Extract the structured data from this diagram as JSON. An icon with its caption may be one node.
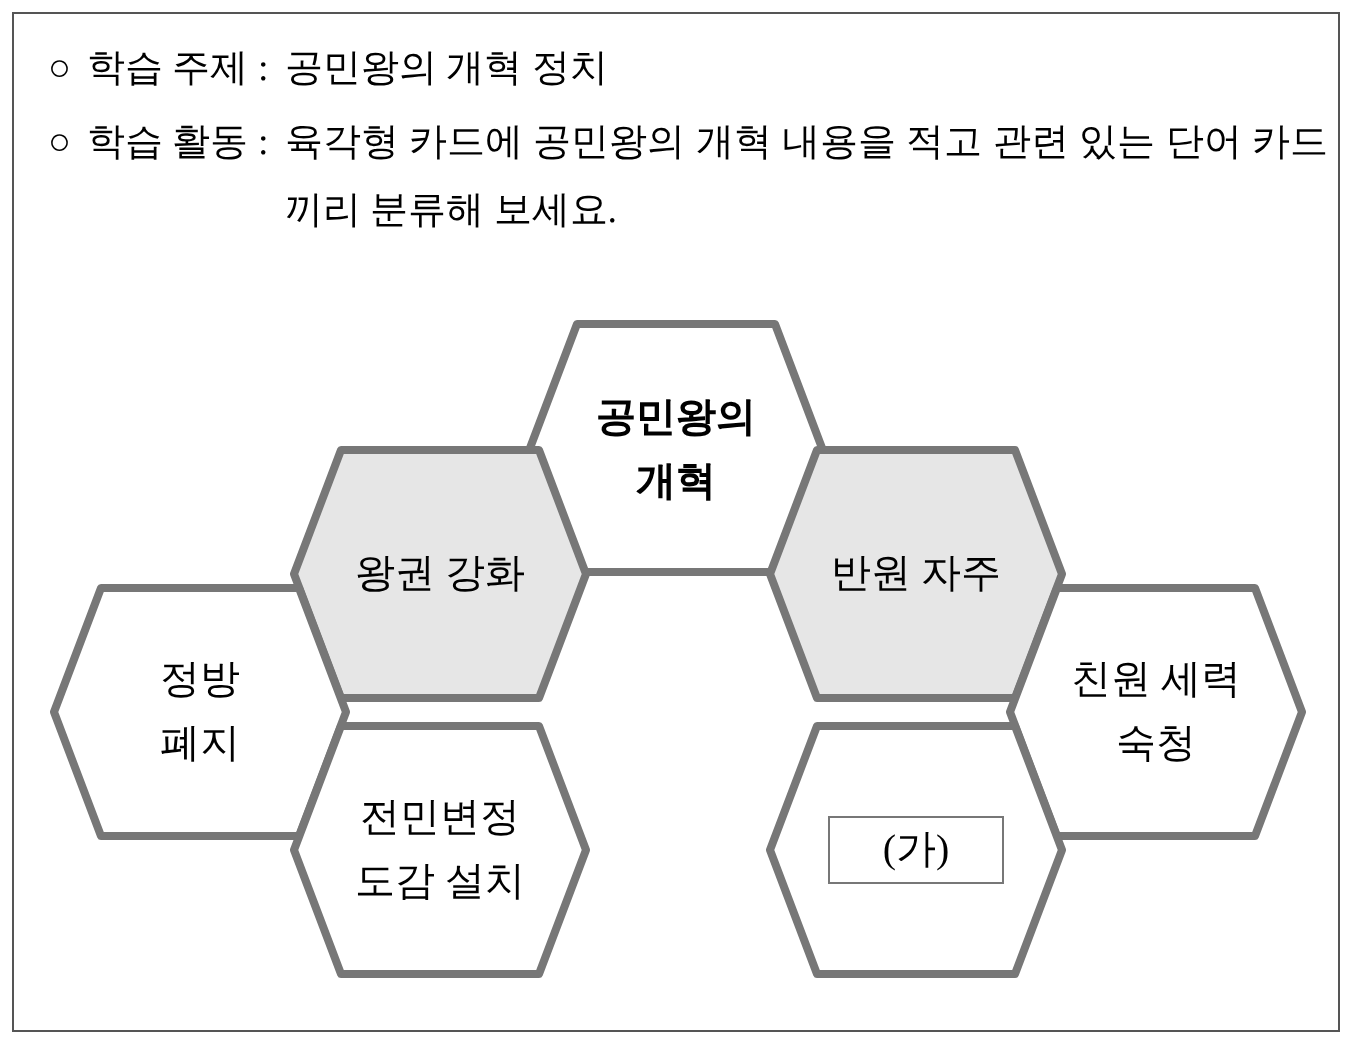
{
  "diagram": {
    "nodes": [
      {
        "text": [
          "공민왕의 개혁"
        ]
      },
      {
        "text": [
          "왕권 강화"
        ]
      },
      {
        "text": [
          "반원 자주"
        ]
      },
      {
        "text": [
          "정방 폐지"
        ]
      },
      {
        "text": [
          "친원 세력 숙청"
        ]
      },
      {
        "text": [
          "전민변정 도감 설치"
        ]
      },
      {
        "text": [
          "(가)"
        ]
      }
    ],
    "labels": [
      "○",
      "학습 주제 :",
      "공민왕의 개혁 정치",
      "○",
      "학습 활동 :",
      "육각형 카드에 공민왕의 개혁 내용을 적고 관련 있는 단어 카드끼리 분류해 보세요."
    ]
  }
}
